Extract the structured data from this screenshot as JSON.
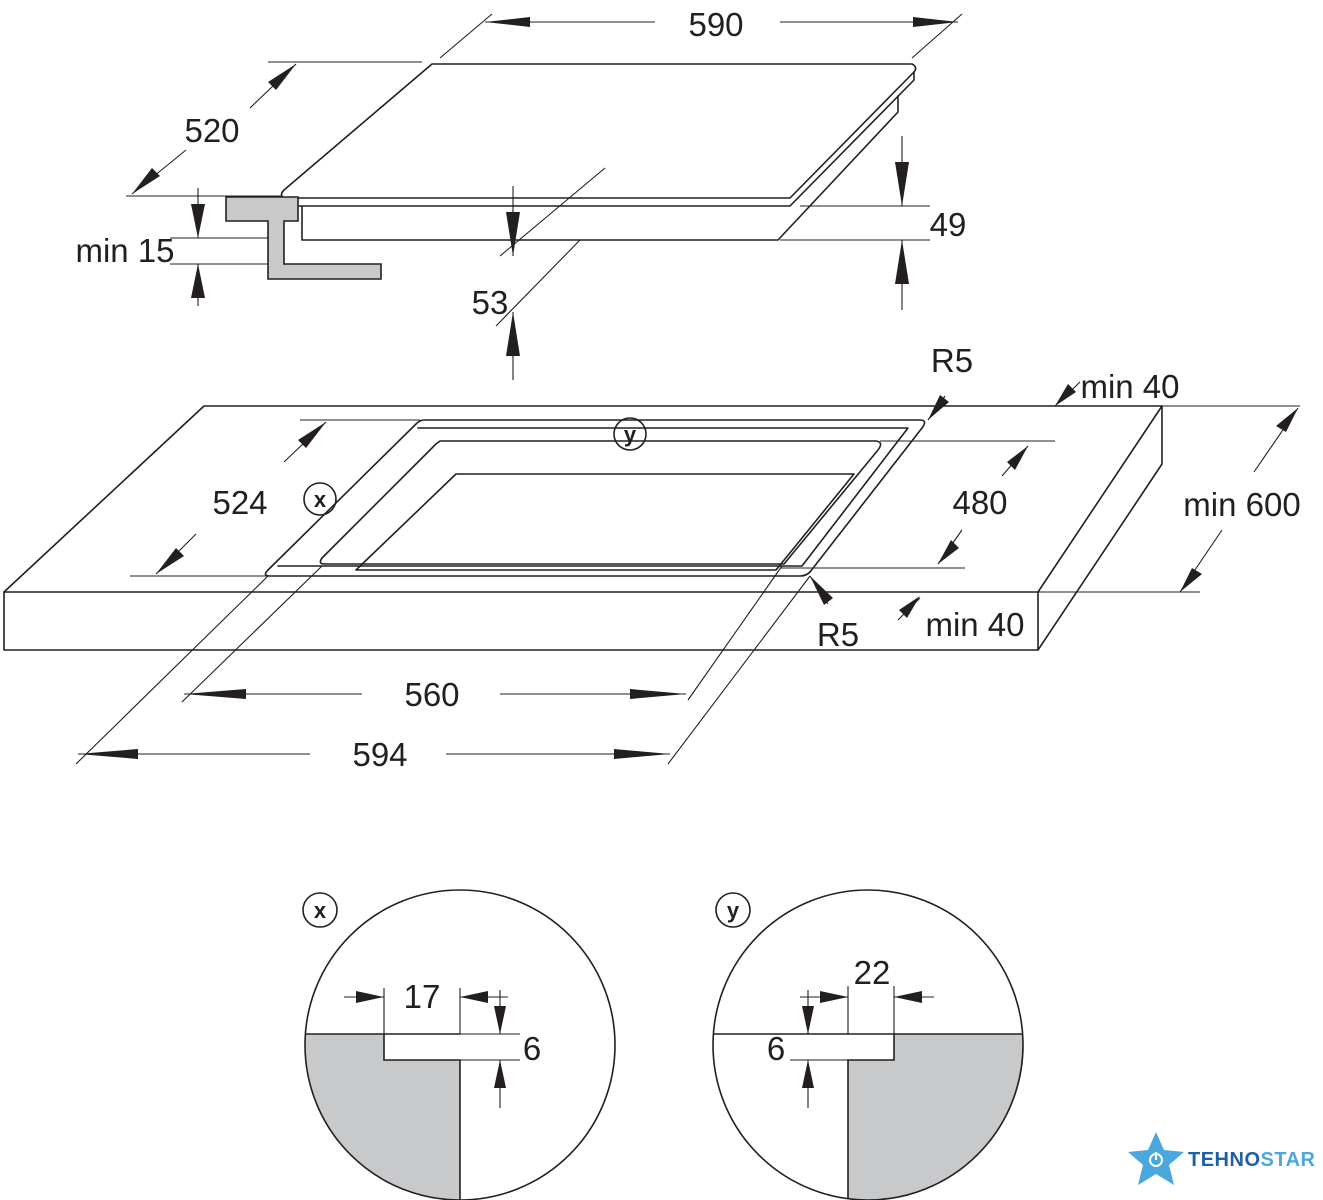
{
  "hob": {
    "width": "590",
    "depth": "520",
    "height": "49",
    "insertion": "53",
    "clearance": "min 15"
  },
  "cutout": {
    "radius_top": "R5",
    "radius_bottom": "R5",
    "rear_margin": "min 40",
    "front_margin": "min 40",
    "worktop_depth": "min 600",
    "inner_depth": "480",
    "outer_depth": "524",
    "inner_width": "560",
    "outer_width": "594",
    "marker_x": "x",
    "marker_y": "y"
  },
  "detail_x": {
    "label": "x",
    "width": "17",
    "depth": "6"
  },
  "detail_y": {
    "label": "y",
    "width": "22",
    "depth": "6"
  },
  "logo": {
    "text_left": "TEHNO",
    "text_right": "STAR",
    "color_left": "#1f5fa8",
    "color_right": "#4aa8de"
  }
}
